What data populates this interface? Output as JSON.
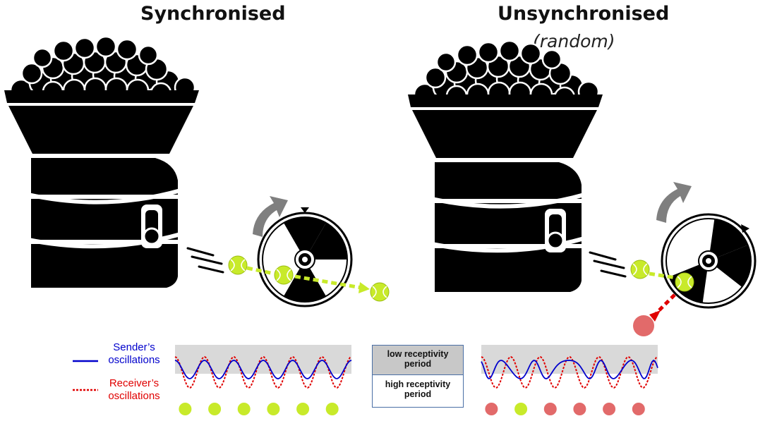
{
  "panels": {
    "left": {
      "title": "Synchronised"
    },
    "right": {
      "title": "Unsynchronised",
      "subtitle": "(random)"
    }
  },
  "legend": {
    "sender": {
      "line1": "Sender’s",
      "line2": "oscillations",
      "color": "#0000cc"
    },
    "receiver": {
      "line1": "Receiver’s",
      "line2": "oscillations",
      "color": "#e00000"
    }
  },
  "receptivity_key": {
    "low": {
      "line1": "low receptivity",
      "line2": "period",
      "color": "#c8c8c8"
    },
    "high": {
      "line1": "high receptivity",
      "line2": "period",
      "color": "#ffffff"
    }
  },
  "colors": {
    "ball_pass": "#c8ea2a",
    "ball_blocked": "#e26a6a",
    "arrow_pass": "#c8ea2a",
    "arrow_blocked": "#e00000",
    "machine": "#000000",
    "rotate_arrow": "#7f7f7f"
  },
  "outcomes": {
    "synchronised": [
      "pass",
      "pass",
      "pass",
      "pass",
      "pass",
      "pass"
    ],
    "unsynchronised": [
      "blocked",
      "pass",
      "blocked",
      "blocked",
      "blocked",
      "blocked"
    ]
  }
}
